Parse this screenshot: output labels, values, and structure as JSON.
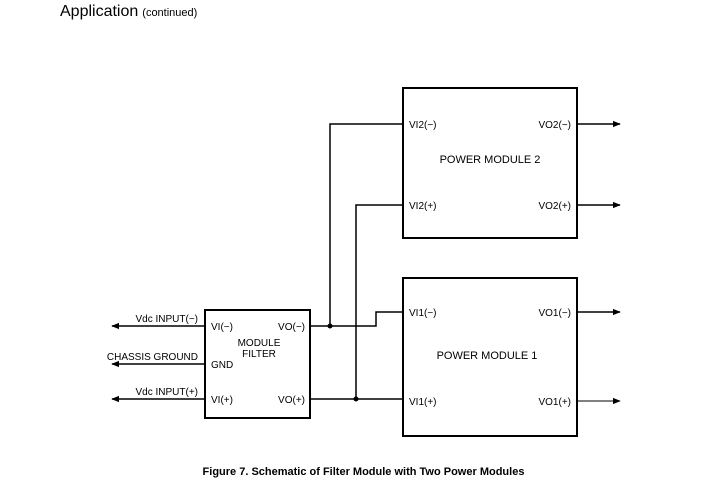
{
  "header": {
    "title": "Application",
    "subtitle": "(continued)"
  },
  "filter": {
    "title_line1": "MODULE",
    "title_line2": "FILTER",
    "vi_minus": "VI(−)",
    "vo_minus": "VO(−)",
    "gnd": "GND",
    "vi_plus": "VI(+)",
    "vo_plus": "VO(+)"
  },
  "inputs": {
    "vdc_minus": "Vdc INPUT(−)",
    "chassis": "CHASSIS GROUND",
    "vdc_plus": "Vdc INPUT(+)"
  },
  "pm2": {
    "title": "POWER MODULE 2",
    "vi_minus": "VI2(−)",
    "vi_plus": "VI2(+)",
    "vo_minus": "VO2(−)",
    "vo_plus": "VO2(+)"
  },
  "pm1": {
    "title": "POWER MODULE 1",
    "vi_minus": "VI1(−)",
    "vi_plus": "VI1(+)",
    "vo_minus": "VO1(−)",
    "vo_plus": "VO1(+)"
  },
  "caption": "Figure 7. Schematic of Filter Module with Two Power Modules"
}
